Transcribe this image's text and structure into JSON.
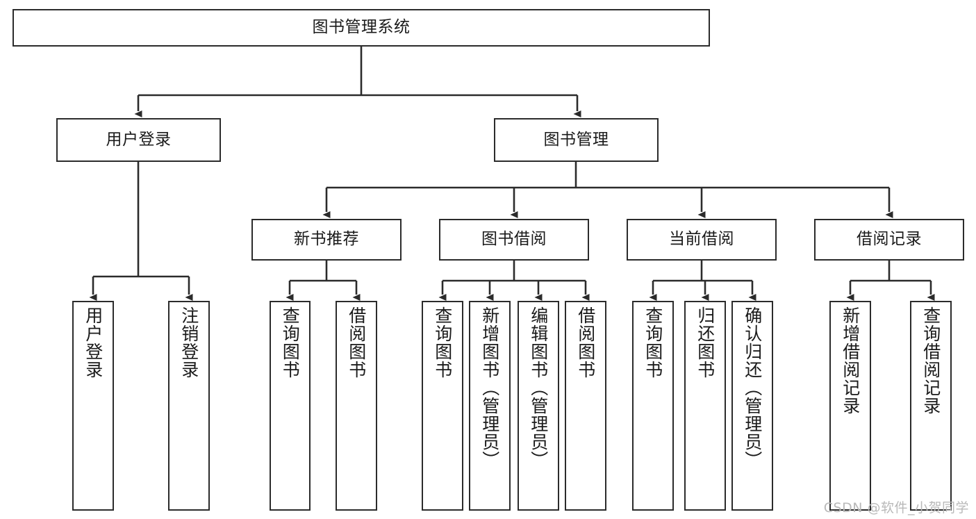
{
  "diagram": {
    "type": "tree-hierarchy-chart",
    "title": "图书管理系统",
    "watermark": "CSDN @软件_小贺同学",
    "colors": {
      "box_border": "#2b2b2b",
      "box_fill": "#ffffff",
      "connector": "#2b2b2b",
      "text": "#1a1a1a",
      "watermark": "#b9b9b9",
      "background": "#ffffff"
    }
  },
  "nodes": {
    "root": {
      "label": "图书管理系统"
    },
    "level2": [
      {
        "id": "user-login",
        "label": "用户登录"
      },
      {
        "id": "book-management",
        "label": "图书管理"
      }
    ],
    "level3": [
      {
        "id": "new-book-recommend",
        "label": "新书推荐"
      },
      {
        "id": "book-borrow",
        "label": "图书借阅"
      },
      {
        "id": "current-borrow",
        "label": "当前借阅"
      },
      {
        "id": "borrow-record",
        "label": "借阅记录"
      }
    ],
    "leaves": {
      "user_login": [
        {
          "id": "leaf-user-login",
          "label": "用户登录"
        },
        {
          "id": "leaf-logout-login",
          "label": "注销登录"
        }
      ],
      "new_book_recommend": [
        {
          "id": "leaf-query-book-1",
          "label": "查询图书"
        },
        {
          "id": "leaf-borrow-book-1",
          "label": "借阅图书"
        }
      ],
      "book_borrow": [
        {
          "id": "leaf-query-book-2",
          "label": "查询图书"
        },
        {
          "id": "leaf-add-book-admin",
          "label": "新增图书（管理员）"
        },
        {
          "id": "leaf-edit-book-admin",
          "label": "编辑图书（管理员）"
        },
        {
          "id": "leaf-borrow-book-2",
          "label": "借阅图书"
        }
      ],
      "current_borrow": [
        {
          "id": "leaf-query-book-3",
          "label": "查询图书"
        },
        {
          "id": "leaf-return-book",
          "label": "归还图书"
        },
        {
          "id": "leaf-confirm-return-admin",
          "label": "确认归还（管理员）"
        }
      ],
      "borrow_record": [
        {
          "id": "leaf-add-borrow-record",
          "label": "新增借阅记录"
        },
        {
          "id": "leaf-query-borrow-record",
          "label": "查询借阅记录"
        }
      ]
    }
  }
}
